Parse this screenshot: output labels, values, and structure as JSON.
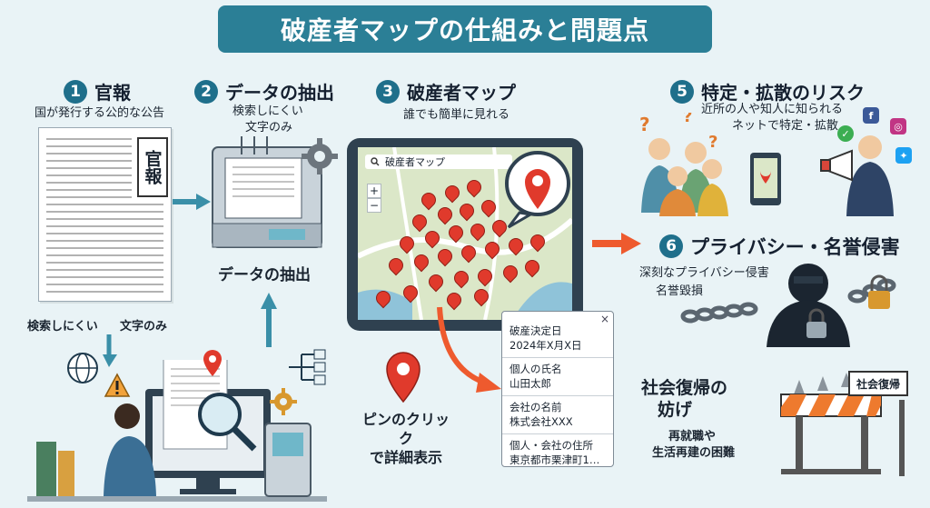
{
  "title": "破産者マップの仕組みと問題点",
  "steps": {
    "s1": {
      "num": "1",
      "title": "官報",
      "desc": "国が発行する公的な公告",
      "paper_title": "官報"
    },
    "s2": {
      "num": "2",
      "title": "データの抽出",
      "desc_1": "検索しにくい",
      "desc_2": "文字のみ",
      "caption": "データの抽出"
    },
    "s3": {
      "num": "3",
      "title": "破産者マップ",
      "desc": "誰でも簡単に見れる",
      "search_text": "破産者マップ"
    },
    "s5": {
      "num": "5",
      "title": "特定・拡散のリスク",
      "desc_1": "近所の人や知人に知られる",
      "desc_2": "ネットで特定・拡散"
    },
    "s6": {
      "num": "6",
      "title": "プライバシー・名誉侵害",
      "desc_1": "深刻なプライバシー侵害",
      "desc_2": "名誉毀損"
    },
    "social": {
      "title": "社会復帰の",
      "title_2": "妨げ",
      "desc_1": "再就職や",
      "desc_2": "生活再建の困難",
      "sign": "社会復帰"
    }
  },
  "left_caption": {
    "a": "検索しにくい",
    "b": "文字のみ"
  },
  "pin_caption": {
    "line1": "ピンのクリック",
    "line2": "で詳細表示"
  },
  "popup": {
    "close": "×",
    "rows": [
      {
        "label": "破産決定日",
        "value": "2024年X月X日"
      },
      {
        "label": "個人の氏名",
        "value": "山田太郎"
      },
      {
        "label": "会社の名前",
        "value": "株式会社XXX"
      },
      {
        "label": "個人・会社の住所",
        "value": "東京都市栗津町1…"
      }
    ]
  },
  "map_zoom": {
    "plus": "+",
    "minus": "−"
  },
  "icons": [
    "search-icon",
    "map-pin-icon",
    "warning-icon",
    "globe-icon",
    "gear-icon",
    "magnifier-icon",
    "chain-icon",
    "padlock-icon",
    "megaphone-icon",
    "facebook-icon",
    "instagram-icon",
    "twitter-icon",
    "line-icon",
    "barrier-icon"
  ],
  "colors": {
    "banner": "#2b7f96",
    "step_circle": "#1f6f8b",
    "pin": "#e03a2c",
    "arrow_teal": "#3a8fa8",
    "arrow_orange": "#ee5a2e"
  }
}
